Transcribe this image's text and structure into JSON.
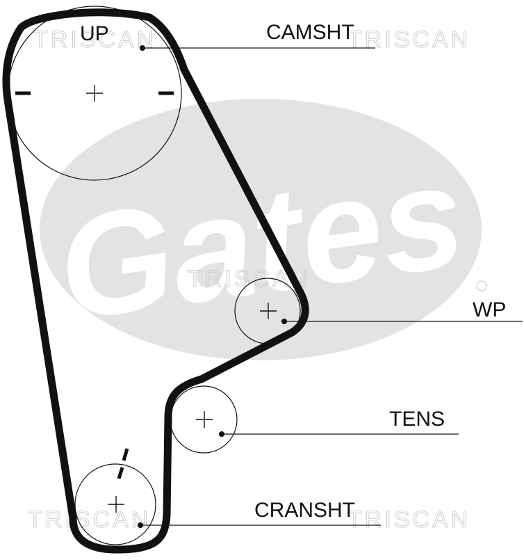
{
  "labels": {
    "up": "UP",
    "camshaft": "CAMSHT",
    "water_pump": "WP",
    "tensioner": "TENS",
    "crankshaft": "CRANSHT"
  },
  "watermarks": {
    "brand_text": "TRISCAN",
    "logo_text": "Gates"
  },
  "colors": {
    "belt": "#111111",
    "pulley": "#111111",
    "watermark": "#dddddd"
  }
}
